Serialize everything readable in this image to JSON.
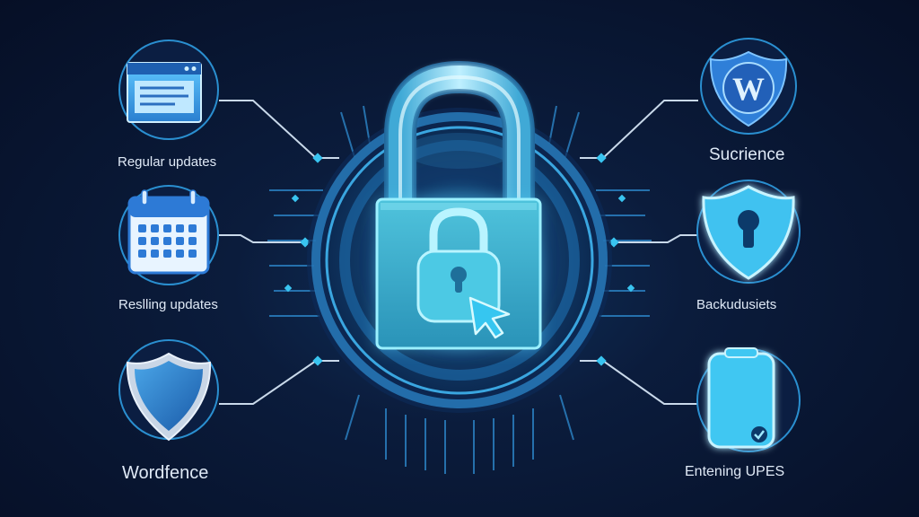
{
  "features": {
    "left": [
      {
        "label": "Regular updates",
        "icon": "browser-window-icon"
      },
      {
        "label": "Reslling updates",
        "icon": "calendar-icon"
      },
      {
        "label": "Wordfence",
        "icon": "shield-icon"
      }
    ],
    "right": [
      {
        "label": "Sucrience",
        "icon": "wordpress-shield-icon"
      },
      {
        "label": "Backudusiets",
        "icon": "keyhole-shield-icon"
      },
      {
        "label": "Entening UPES",
        "icon": "device-check-icon"
      }
    ]
  },
  "center": {
    "icon": "padlock-icon",
    "inner_icon": "padlock-cursor-icon"
  },
  "colors": {
    "background": "#081530",
    "accent": "#2fb8e6",
    "glow": "#5ad8ff",
    "panel": "#3aa9c9",
    "text": "#dfe9f6"
  }
}
